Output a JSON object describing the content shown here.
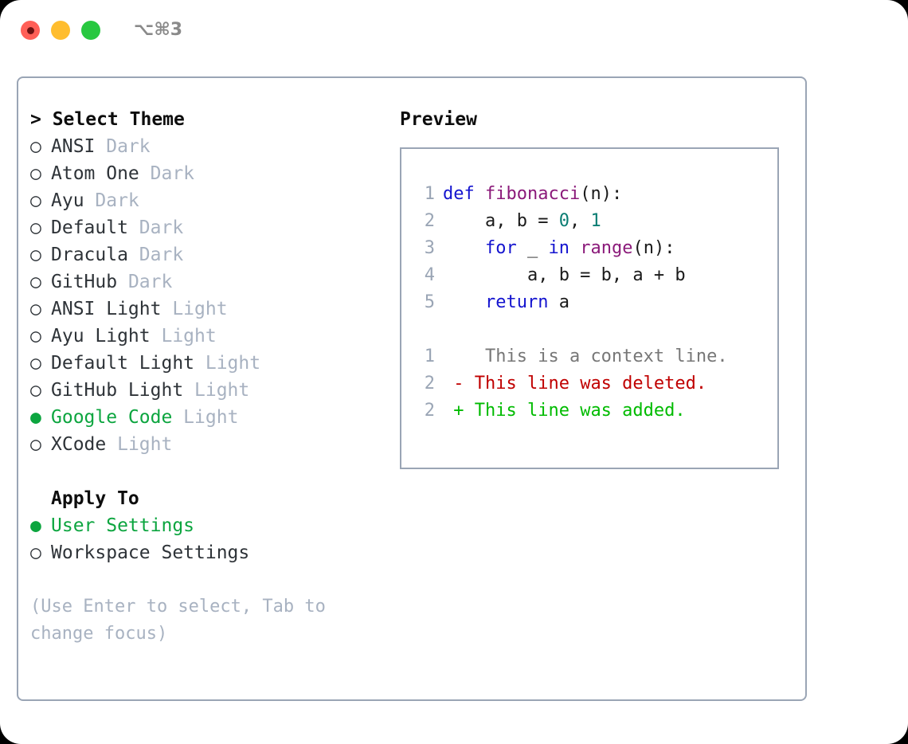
{
  "window": {
    "title": "⌥⌘3",
    "traffic_lights": [
      {
        "name": "close",
        "color": "#ff5f57"
      },
      {
        "name": "minimize",
        "color": "#ffbd2e"
      },
      {
        "name": "maximize",
        "color": "#28c840"
      }
    ]
  },
  "theme_list": {
    "header": "> Select Theme",
    "bullet_selected": "●",
    "bullet_unselected": "○",
    "accent": "#0ca53f",
    "items": [
      {
        "label": "ANSI",
        "tag": "Dark",
        "selected": false
      },
      {
        "label": "Atom One",
        "tag": "Dark",
        "selected": false
      },
      {
        "label": "Ayu",
        "tag": "Dark",
        "selected": false
      },
      {
        "label": "Default",
        "tag": "Dark",
        "selected": false
      },
      {
        "label": "Dracula",
        "tag": "Dark",
        "selected": false
      },
      {
        "label": "GitHub",
        "tag": "Dark",
        "selected": false
      },
      {
        "label": "ANSI Light",
        "tag": "Light",
        "selected": false
      },
      {
        "label": "Ayu Light",
        "tag": "Light",
        "selected": false
      },
      {
        "label": "Default Light",
        "tag": "Light",
        "selected": false
      },
      {
        "label": "GitHub Light",
        "tag": "Light",
        "selected": false
      },
      {
        "label": "Google Code",
        "tag": "Light",
        "selected": true
      },
      {
        "label": "XCode",
        "tag": "Light",
        "selected": false
      }
    ]
  },
  "apply_to": {
    "header": "Apply To",
    "items": [
      {
        "label": "User Settings",
        "selected": true
      },
      {
        "label": "Workspace Settings",
        "selected": false
      }
    ]
  },
  "hint": "(Use Enter to select, Tab to change focus)",
  "preview": {
    "header": "Preview",
    "code_lines": [
      {
        "no": "1",
        "tokens": [
          {
            "t": "def",
            "c": "kw"
          },
          {
            "t": " ",
            "c": "txt"
          },
          {
            "t": "fibonacci",
            "c": "fn"
          },
          {
            "t": "(n):",
            "c": "txt"
          }
        ]
      },
      {
        "no": "2",
        "tokens": [
          {
            "t": "    a, b = ",
            "c": "txt"
          },
          {
            "t": "0",
            "c": "num"
          },
          {
            "t": ", ",
            "c": "txt"
          },
          {
            "t": "1",
            "c": "num"
          }
        ]
      },
      {
        "no": "3",
        "tokens": [
          {
            "t": "    ",
            "c": "txt"
          },
          {
            "t": "for",
            "c": "kw"
          },
          {
            "t": " _ ",
            "c": "txt"
          },
          {
            "t": "in",
            "c": "kw"
          },
          {
            "t": " ",
            "c": "txt"
          },
          {
            "t": "range",
            "c": "fn"
          },
          {
            "t": "(n):",
            "c": "txt"
          }
        ]
      },
      {
        "no": "4",
        "tokens": [
          {
            "t": "        a, b = b, a + b",
            "c": "txt"
          }
        ]
      },
      {
        "no": "5",
        "tokens": [
          {
            "t": "    ",
            "c": "txt"
          },
          {
            "t": "return",
            "c": "kw"
          },
          {
            "t": " a",
            "c": "txt"
          }
        ]
      }
    ],
    "diff_lines": [
      {
        "no": "1",
        "marker": " ",
        "text": "  This is a context line.",
        "kind": "ctx"
      },
      {
        "no": "2",
        "marker": "-",
        "text": " This line was deleted.",
        "kind": "del"
      },
      {
        "no": "2",
        "marker": "+",
        "text": " This line was added.",
        "kind": "add"
      }
    ]
  }
}
